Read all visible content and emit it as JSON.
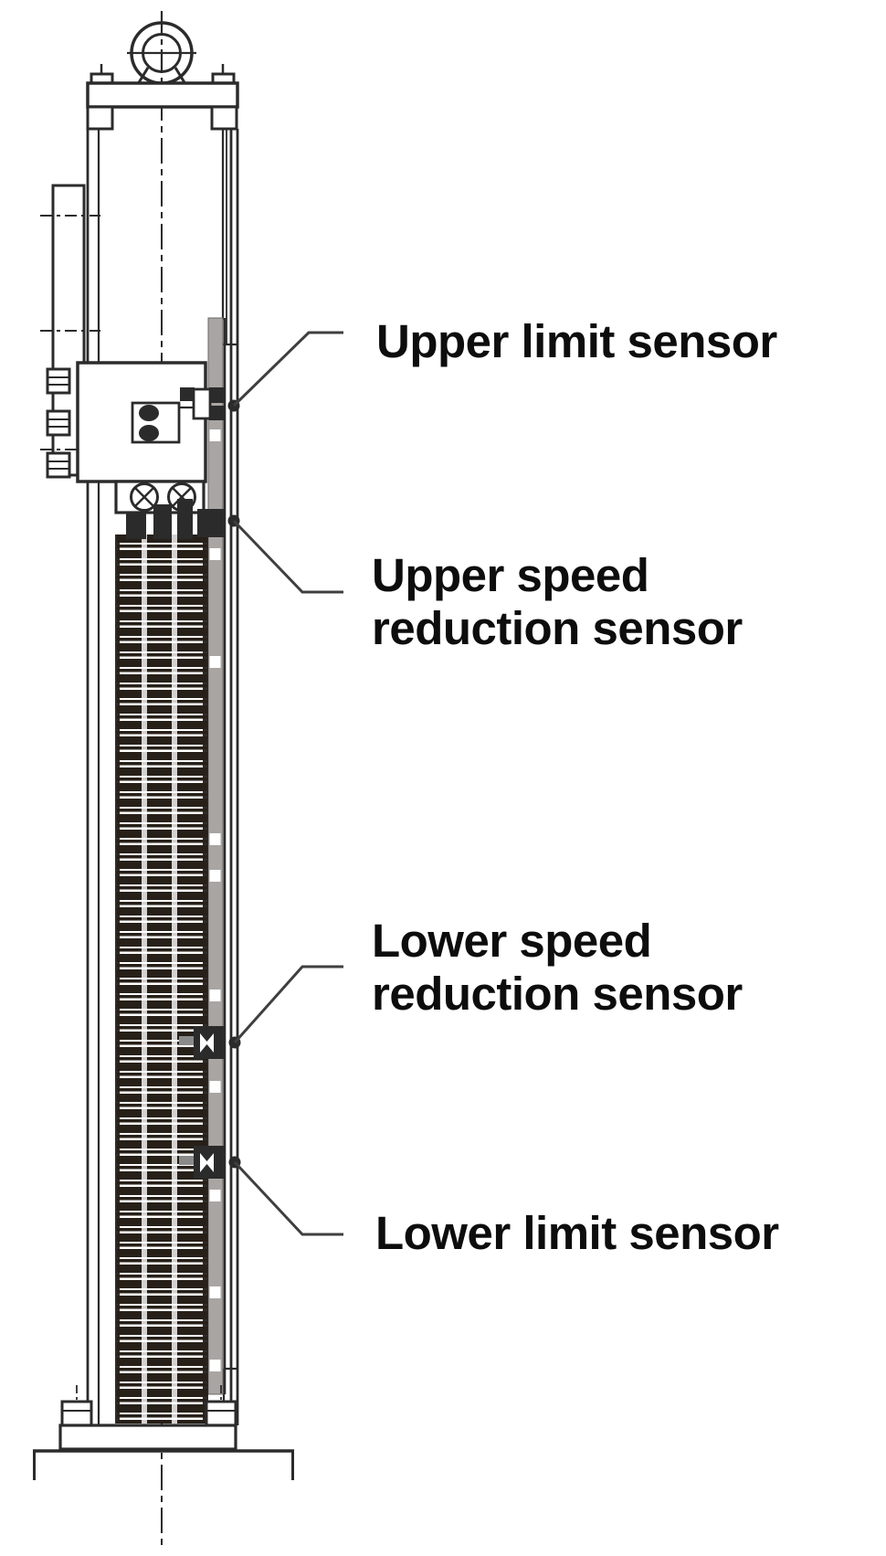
{
  "page": {
    "background": "#ffffff"
  },
  "colors": {
    "ink": "#2b2b2b",
    "text": "#0d0d0d",
    "leader": "#3f3f3f",
    "rail_gray": "#a9a5a2",
    "chain_dark": "#272019",
    "slot_white": "#ffffff"
  },
  "labels": {
    "upper_limit": "Upper limit sensor",
    "upper_speed": "Upper speed\nreduction sensor",
    "lower_speed": "Lower speed\nreduction sensor",
    "lower_limit": "Lower limit sensor"
  }
}
